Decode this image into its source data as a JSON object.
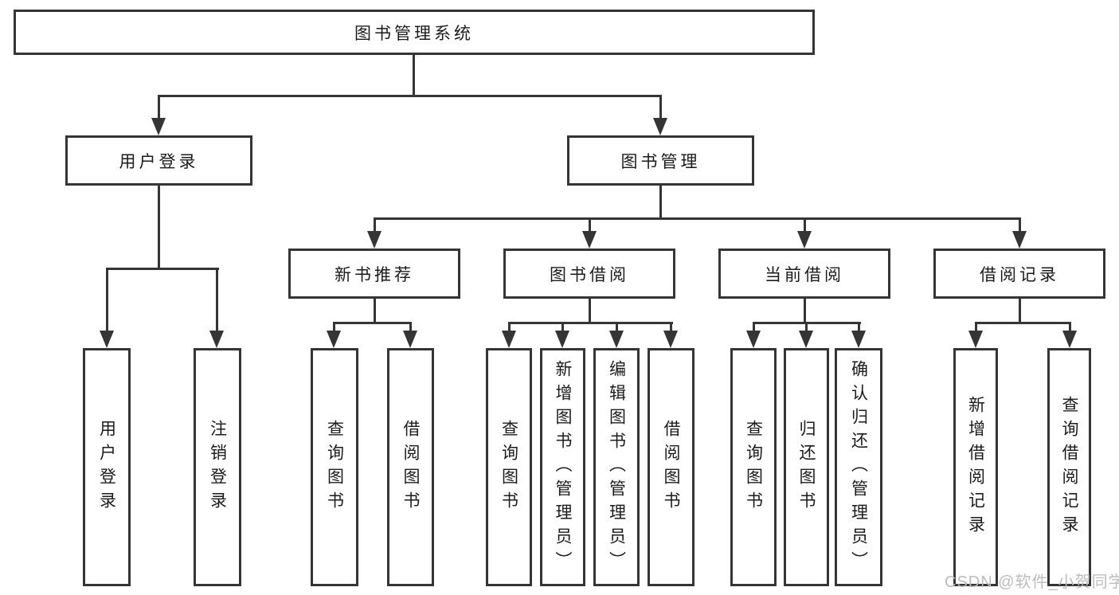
{
  "diagram_type": "hierarchy-tree",
  "colors": {
    "line": "#353535",
    "text": "#1b1b1b",
    "background": "#ffffff",
    "watermark": "#b8b8b8"
  },
  "tree": {
    "root": {
      "label": "图书管理系统",
      "children": [
        {
          "label": "用户登录",
          "children": [
            {
              "label": "用户登录"
            },
            {
              "label": "注销登录"
            }
          ]
        },
        {
          "label": "图书管理",
          "children": [
            {
              "label": "新书推荐",
              "children": [
                {
                  "label": "查询图书"
                },
                {
                  "label": "借阅图书"
                }
              ]
            },
            {
              "label": "图书借阅",
              "children": [
                {
                  "label": "查询图书"
                },
                {
                  "label": "新增图书（管理员）"
                },
                {
                  "label": "编辑图书（管理员）"
                },
                {
                  "label": "借阅图书"
                }
              ]
            },
            {
              "label": "当前借阅",
              "children": [
                {
                  "label": "查询图书"
                },
                {
                  "label": "归还图书"
                },
                {
                  "label": "确认归还（管理员）"
                }
              ]
            },
            {
              "label": "借阅记录",
              "children": [
                {
                  "label": "新增借阅记录"
                },
                {
                  "label": "查询借阅记录"
                }
              ]
            }
          ]
        }
      ]
    }
  },
  "watermark": {
    "text": "CSDN @软件_小贺同学"
  }
}
